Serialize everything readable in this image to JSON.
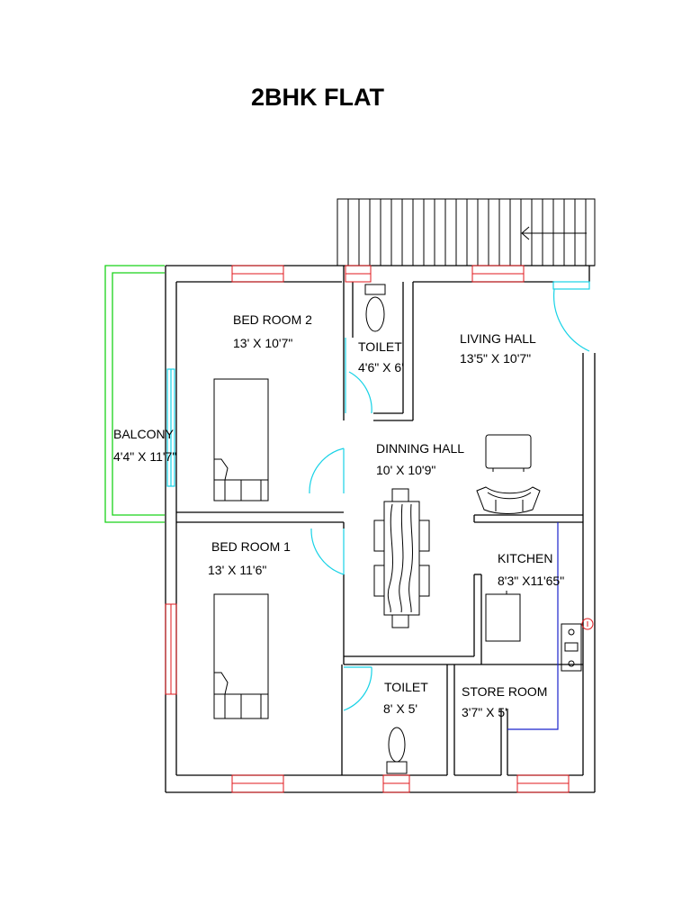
{
  "title": "2BHK FLAT",
  "rooms": {
    "bedroom2": {
      "name": "BED ROOM 2",
      "size": "13' X 10'7\""
    },
    "toilet_top": {
      "name": "TOILET",
      "size": "4'6\" X 6'"
    },
    "living": {
      "name": "LIVING HALL",
      "size": "13'5\" X 10'7\""
    },
    "balcony": {
      "name": "BALCONY",
      "size": "4'4\" X 11'7\""
    },
    "dining": {
      "name": "DINNING HALL",
      "size": "10' X 10'9\""
    },
    "bedroom1": {
      "name": "BED ROOM 1",
      "size": "13' X 11'6\""
    },
    "kitchen": {
      "name": "KITCHEN",
      "size": "8'3\" X11'65\""
    },
    "toilet_bottom": {
      "name": "TOILET",
      "size": "8' X 5'"
    },
    "store": {
      "name": "STORE ROOM",
      "size": "3'7\" X 5'"
    }
  },
  "colors": {
    "wall": "#000000",
    "window": "#e0191e",
    "door": "#17d2e6",
    "balcony": "#19d219",
    "kitchen_counter": "#1a23cc"
  }
}
